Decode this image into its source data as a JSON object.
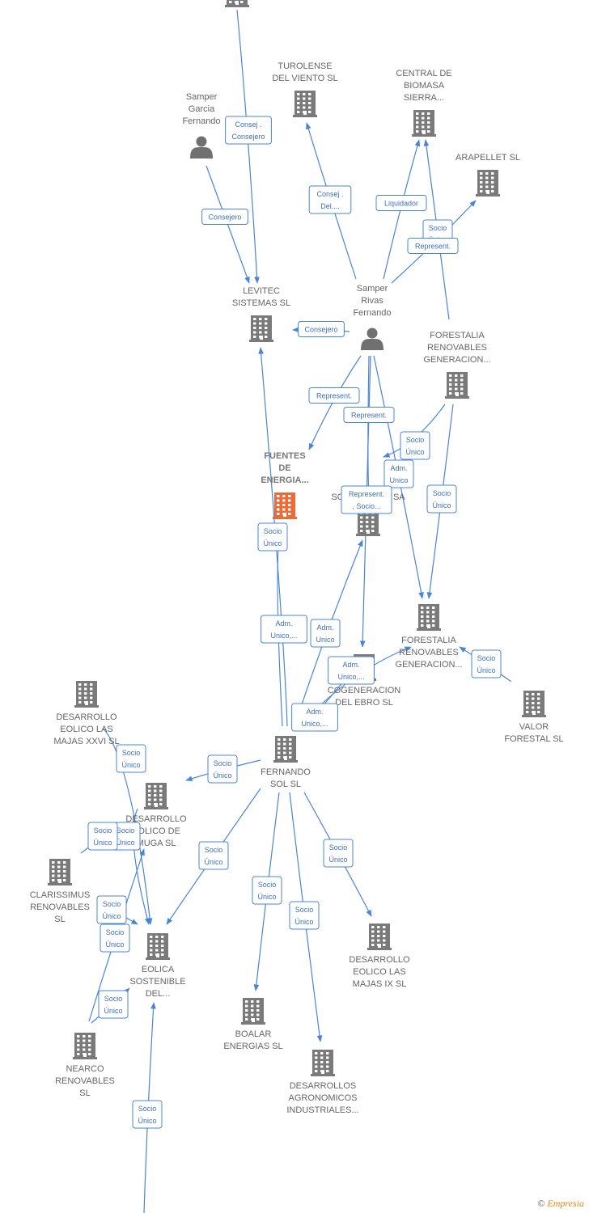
{
  "colors": {
    "building": "#7a7a7a",
    "focus": "#f06a35",
    "person": "#707070",
    "edge": "#4a84d8"
  },
  "nodes": [
    {
      "id": "top",
      "type": "building",
      "lines": []
    },
    {
      "id": "turolense",
      "type": "building",
      "lines": [
        "TUROLENSE",
        "DEL VIENTO SL"
      ]
    },
    {
      "id": "central",
      "type": "building",
      "lines": [
        "CENTRAL DE",
        "BIOMASA",
        "SIERRA..."
      ]
    },
    {
      "id": "arapellet",
      "type": "building",
      "lines": [
        "ARAPELLET  SL"
      ]
    },
    {
      "id": "garcia",
      "type": "person",
      "lines": [
        "Samper",
        "Garcia",
        "Fernando"
      ]
    },
    {
      "id": "levitec",
      "type": "building",
      "lines": [
        "LEVITEC",
        "SISTEMAS  SL"
      ]
    },
    {
      "id": "rivas",
      "type": "person",
      "lines": [
        "Samper",
        "Rivas",
        "Fernando"
      ]
    },
    {
      "id": "forestalia1",
      "type": "building",
      "lines": [
        "FORESTALIA",
        "RENOVABLES",
        "GENERACION..."
      ]
    },
    {
      "id": "fuentes",
      "type": "focus",
      "lines": [
        "FUENTES",
        "DE",
        "ENERGIA..."
      ]
    },
    {
      "id": "solsa",
      "type": "building",
      "lines": [
        "SOL ENERGIA SA"
      ]
    },
    {
      "id": "forestalia2",
      "type": "building",
      "lines": [
        "FORESTALIA",
        "RENOVABLES",
        "GENERACION..."
      ]
    },
    {
      "id": "cogeneracion",
      "type": "building",
      "lines": [
        "COGENERACION",
        "DEL EBRO  SL"
      ]
    },
    {
      "id": "valor",
      "type": "building",
      "lines": [
        "VALOR",
        "FORESTAL SL"
      ]
    },
    {
      "id": "fernandosol",
      "type": "building",
      "lines": [
        "FERNANDO",
        "SOL SL"
      ]
    },
    {
      "id": "majas26",
      "type": "building",
      "lines": [
        "DESARROLLO",
        "EOLICO LAS",
        "MAJAS XXVI  SL"
      ]
    },
    {
      "id": "muga",
      "type": "building",
      "lines": [
        "DESARROLLO",
        "EOLICO DE",
        "MUGA SL"
      ]
    },
    {
      "id": "clarissimus",
      "type": "building",
      "lines": [
        "CLARISSIMUS",
        "RENOVABLES",
        "SL"
      ]
    },
    {
      "id": "eolica",
      "type": "building",
      "lines": [
        "EOLICA",
        "SOSTENIBLE",
        "DEL..."
      ]
    },
    {
      "id": "nearco",
      "type": "building",
      "lines": [
        "NEARCO",
        "RENOVABLES",
        "SL"
      ]
    },
    {
      "id": "boalar",
      "type": "building",
      "lines": [
        "BOALAR",
        "ENERGIAS  SL"
      ]
    },
    {
      "id": "majas9",
      "type": "building",
      "lines": [
        "DESARROLLO",
        "EOLICO LAS",
        "MAJAS IX  SL"
      ]
    },
    {
      "id": "agronomicos",
      "type": "building",
      "lines": [
        "DESARROLLOS",
        "AGRONOMICOS",
        "INDUSTRIALES..."
      ]
    }
  ],
  "edges": [
    {
      "from": "top",
      "to": "levitec",
      "label": [
        "Consej .",
        "Consejero"
      ]
    },
    {
      "from": "garcia",
      "to": "levitec",
      "label": [
        "Consejero"
      ]
    },
    {
      "from": "rivas",
      "to": "turolense",
      "label": [
        "Consej .",
        "Del...."
      ]
    },
    {
      "from": "rivas",
      "to": "central",
      "label": [
        "Liquidador"
      ]
    },
    {
      "from": "forestalia1",
      "to": "central",
      "label": [
        "Socio",
        "Único"
      ]
    },
    {
      "from": "rivas",
      "to": "arapellet",
      "label": [
        "Represent."
      ]
    },
    {
      "from": "rivas",
      "to": "levitec",
      "label": [
        "Consejero"
      ]
    },
    {
      "from": "rivas",
      "to": "fuentes",
      "label": [
        "Represent."
      ]
    },
    {
      "from": "rivas",
      "to": "cogeneracion",
      "label": [
        "Represent."
      ]
    },
    {
      "from": "rivas",
      "to": "forestalia2",
      "label": [
        "Adm.",
        "Unico"
      ]
    },
    {
      "from": "rivas",
      "to": "solsa",
      "label": [
        "Represent.",
        ", Socio..."
      ]
    },
    {
      "from": "forestalia1",
      "to": "solsa",
      "label": [
        "Socio",
        "Único"
      ]
    },
    {
      "from": "forestalia1",
      "to": "forestalia2",
      "label": [
        "Socio",
        "Único"
      ]
    },
    {
      "from": "fernandosol",
      "to": "fuentes",
      "label": [
        "Socio",
        "Único"
      ]
    },
    {
      "from": "fernandosol",
      "to": "levitec",
      "label": [
        "Adm.",
        "Unico,..."
      ]
    },
    {
      "from": "fernandosol",
      "to": "solsa",
      "label": [
        "Adm.",
        "Unico"
      ]
    },
    {
      "from": "fernandosol",
      "to": "forestalia2",
      "label": [
        "Adm.",
        "Unico,..."
      ]
    },
    {
      "from": "fernandosol",
      "to": "cogeneracion",
      "label": [
        "Adm.",
        "Unico,..."
      ]
    },
    {
      "from": "valor",
      "to": "forestalia2",
      "label": [
        "Socio",
        "Único"
      ]
    },
    {
      "from": "fernandosol",
      "to": "muga",
      "label": [
        "Socio",
        "Único"
      ]
    },
    {
      "from": "fernandosol",
      "to": "eolica",
      "label": [
        "Socio",
        "Único"
      ]
    },
    {
      "from": "fernandosol",
      "to": "boalar",
      "label": [
        "Socio",
        "Único"
      ]
    },
    {
      "from": "fernandosol",
      "to": "agronomicos",
      "label": [
        "Socio",
        "Único"
      ]
    },
    {
      "from": "fernandosol",
      "to": "majas9",
      "label": [
        "Socio",
        "Único"
      ]
    },
    {
      "from": "majas26",
      "to": "eolica",
      "label": [
        "Socio",
        "Único"
      ]
    },
    {
      "from": "muga",
      "to": "eolica",
      "label": [
        "Socio",
        "Único"
      ]
    },
    {
      "from": "clarissimus",
      "to": "muga",
      "label": [
        "Socio",
        "Único"
      ]
    },
    {
      "from": "clarissimus",
      "to": "eolica",
      "label": [
        "Socio",
        "Único"
      ]
    },
    {
      "from": "nearco",
      "to": "eolica",
      "label": [
        "Socio",
        "Único"
      ]
    },
    {
      "from": "nearco",
      "to": "muga",
      "label": [
        "Socio",
        "Único"
      ]
    },
    {
      "from": "bottom",
      "to": "eolica",
      "label": [
        "Socio",
        "Único"
      ]
    }
  ],
  "footer": {
    "copyright_symbol": "©",
    "brand": "Empresia"
  }
}
